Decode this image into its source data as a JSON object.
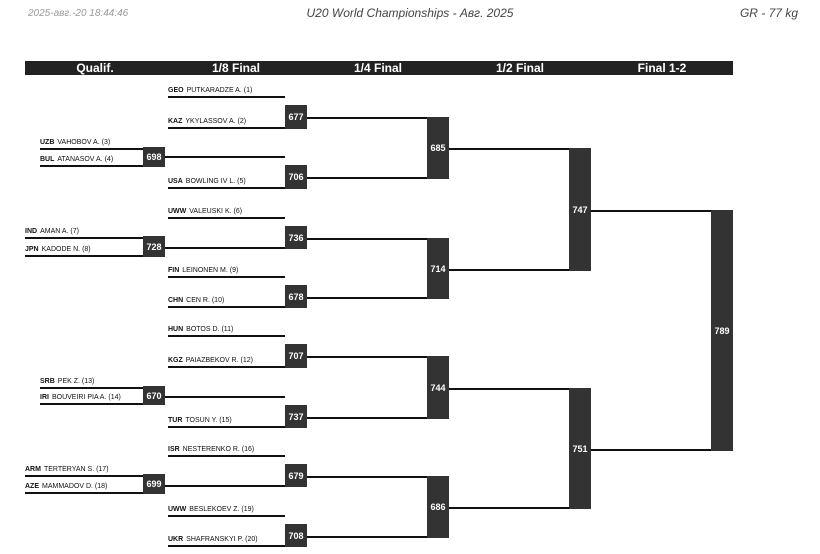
{
  "header": {
    "timestamp": "2025-авг.-20 18:44:46",
    "title": "U20 World Championships - Авг. 2025",
    "category": "GR - 77 kg"
  },
  "columns": [
    "Qualif.",
    "1/8 Final",
    "1/4 Final",
    "1/2 Final",
    "Final 1-2"
  ],
  "athletes": [
    {
      "nation": "GEO",
      "name": "PUTKARADZE A. (1)"
    },
    {
      "nation": "KAZ",
      "name": "YKYLASSOV A. (2)"
    },
    {
      "nation": "UZB",
      "name": "VAHOBOV A. (3)"
    },
    {
      "nation": "BUL",
      "name": "ATANASOV A. (4)"
    },
    {
      "nation": "USA",
      "name": "BOWLING IV L. (5)"
    },
    {
      "nation": "UWW",
      "name": "VALEUSKI K. (6)"
    },
    {
      "nation": "IND",
      "name": "AMAN A. (7)"
    },
    {
      "nation": "JPN",
      "name": "KADODE N. (8)"
    },
    {
      "nation": "FIN",
      "name": "LEINONEN M. (9)"
    },
    {
      "nation": "CHN",
      "name": "CEN R. (10)"
    },
    {
      "nation": "HUN",
      "name": "BOTOS D. (11)"
    },
    {
      "nation": "KGZ",
      "name": "PAIAZBEKOV R. (12)"
    },
    {
      "nation": "SRB",
      "name": "PEK Z. (13)"
    },
    {
      "nation": "IRI",
      "name": "BOUVEIRI PIA A. (14)"
    },
    {
      "nation": "TUR",
      "name": "TOSUN Y. (15)"
    },
    {
      "nation": "ISR",
      "name": "NESTERENKO R. (16)"
    },
    {
      "nation": "ARM",
      "name": "TERTERYAN S. (17)"
    },
    {
      "nation": "AZE",
      "name": "MAMMADOV D. (18)"
    },
    {
      "nation": "UWW",
      "name": "BESLEKOEV Z. (19)"
    },
    {
      "nation": "UKR",
      "name": "SHAFRANSKYI P. (20)"
    }
  ],
  "bouts": {
    "qual": [
      "698",
      "728",
      "670",
      "699"
    ],
    "r16": [
      "677",
      "706",
      "736",
      "678",
      "707",
      "737",
      "679",
      "708"
    ],
    "qf": [
      "685",
      "714",
      "744",
      "686"
    ],
    "sf": [
      "747",
      "751"
    ],
    "final": [
      "789"
    ]
  },
  "colors": {
    "bar": "#222222",
    "box": "#333333",
    "line": "#111111"
  }
}
